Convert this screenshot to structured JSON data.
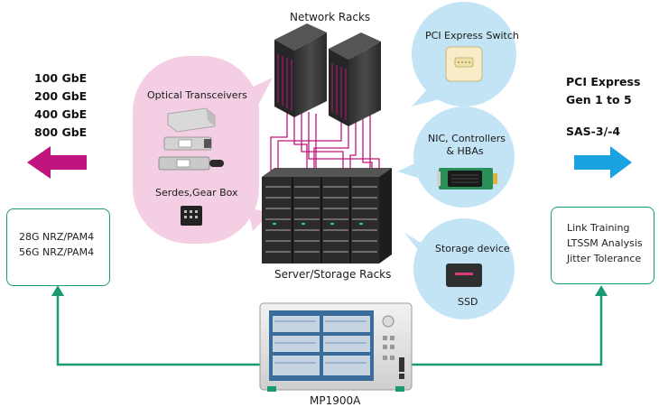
{
  "left_panel": {
    "speeds": [
      "100 GbE",
      "200 GbE",
      "400 GbE",
      "800 GbE"
    ],
    "box_lines": [
      "28G NRZ/PAM4",
      "56G NRZ/PAM4"
    ]
  },
  "right_panel": {
    "title_lines": [
      "PCI Express",
      "Gen 1 to 5"
    ],
    "sas": "SAS-3/-4",
    "box_lines": [
      "Link Training",
      "LTSSM Analysis",
      "Jitter Tolerance"
    ]
  },
  "pink_bubble": {
    "title": "Optical Transceivers",
    "serdes": "Serdes,Gear Box"
  },
  "center": {
    "network_racks": "Network Racks",
    "server_racks": "Server/Storage Racks",
    "instrument": "MP1900A"
  },
  "blue_bubbles": {
    "pcie_switch": "PCI Express Switch",
    "nic_lines": [
      "NIC, Controllers",
      "& HBAs"
    ],
    "storage": "Storage device",
    "ssd": "SSD"
  },
  "colors": {
    "magenta": "#c0157f",
    "cyan": "#1aa3e0",
    "green": "#1a9a73",
    "pink_bg": "#f4cfe4",
    "blue_bg": "#c3e4f5"
  }
}
